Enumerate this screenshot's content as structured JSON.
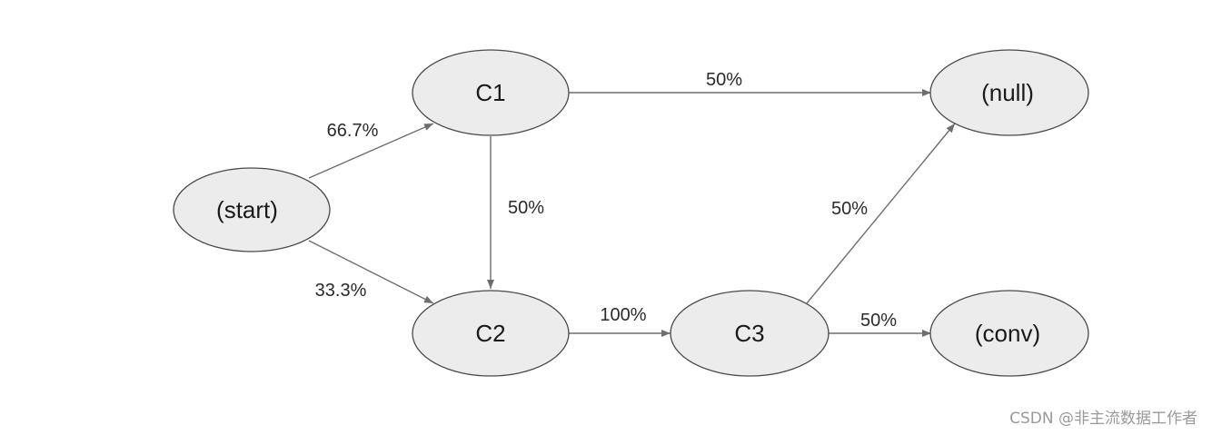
{
  "diagram": {
    "nodes": [
      {
        "id": "start",
        "label": "(start)"
      },
      {
        "id": "c1",
        "label": "C1"
      },
      {
        "id": "c2",
        "label": "C2"
      },
      {
        "id": "c3",
        "label": "C3"
      },
      {
        "id": "null",
        "label": "(null)"
      },
      {
        "id": "conv",
        "label": "(conv)"
      }
    ],
    "edges": [
      {
        "from": "start",
        "to": "c1",
        "label": "66.7%"
      },
      {
        "from": "start",
        "to": "c2",
        "label": "33.3%"
      },
      {
        "from": "c1",
        "to": "null",
        "label": "50%"
      },
      {
        "from": "c1",
        "to": "c2",
        "label": "50%"
      },
      {
        "from": "c2",
        "to": "c3",
        "label": "100%"
      },
      {
        "from": "c3",
        "to": "null",
        "label": "50%"
      },
      {
        "from": "c3",
        "to": "conv",
        "label": "50%"
      }
    ],
    "colors": {
      "node_fill": "#ececec",
      "node_stroke": "#4a4a4a",
      "edge": "#6e6e6e"
    }
  },
  "watermark": "CSDN @非主流数据工作者"
}
